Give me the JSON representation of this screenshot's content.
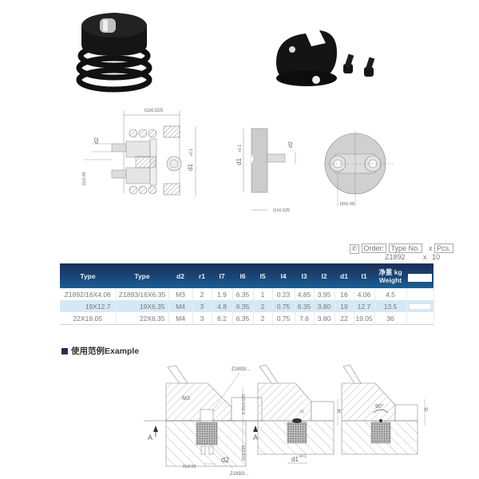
{
  "products": {
    "photo_1": "spring-loaded-latch-photo",
    "photo_2": "retainer-disc-with-screws-photo"
  },
  "drawings": {
    "front_view": {
      "top_dim": "l1±0.025",
      "left_dim": "l3±0.05",
      "d2_label": "d2",
      "d1_label": "d1",
      "d1_tol": "+0.1"
    },
    "side_view": {
      "d1_label": "d1",
      "d1_tol": "+0.1",
      "d2_label": "d2",
      "bottom_dim": "l1±0.025"
    },
    "top_view": {
      "bottom_dim": "l3±0.05"
    }
  },
  "order": {
    "label": "Order:",
    "type_no_label": "Type No.",
    "times": "x",
    "pcs_label": "Pcs.",
    "type_no_value": "Z1892",
    "pcs_value": "10"
  },
  "table": {
    "headers": [
      "Type",
      "Type",
      "d2",
      "r1",
      "l7",
      "l6",
      "l5",
      "l4",
      "l3",
      "l2",
      "d1",
      "l1",
      "净重 kg Weight",
      ""
    ],
    "rows": [
      [
        "Z1892/16X4.06",
        "Z1893/16X6.35",
        "M3",
        "2",
        "1.9",
        "6.35",
        "1",
        "0.23",
        "4.85",
        "3.95",
        "16",
        "4.06",
        "4.5",
        ""
      ],
      [
        "19X12.7",
        "19X6.35",
        "M4",
        "3",
        "4.8",
        "6.35",
        "2",
        "0.75",
        "6.35",
        "3.80",
        "19",
        "12.7",
        "13.5",
        ""
      ],
      [
        "22X19.05",
        "22X6.35",
        "M4",
        "3",
        "6.2",
        "6.35",
        "2",
        "0.75",
        "7.6",
        "3.80",
        "22",
        "19.05",
        "36",
        ""
      ]
    ]
  },
  "example": {
    "heading": "使用范例Example",
    "view1": {
      "part_top": "Z1893/...",
      "part_bottom": "Z1892/...",
      "thread": "M3",
      "dim_right_top": "6.35±0.025",
      "dim_right_bottom": "l1±0.025",
      "dim_bottom": "l3±0.05",
      "d2": "d2",
      "section": "A"
    },
    "view2": {
      "d1": "d1",
      "d1_tol": "+0.1",
      "l4": "l4",
      "r1": "r1",
      "section": "A"
    },
    "view3": {
      "angle": "90°",
      "dim": "l5"
    }
  },
  "colors": {
    "header_dark": "#1d2d55",
    "header_light": "#1c5f93",
    "row_alt": "#d5e8f5",
    "heading_square": "#1e2f57"
  }
}
